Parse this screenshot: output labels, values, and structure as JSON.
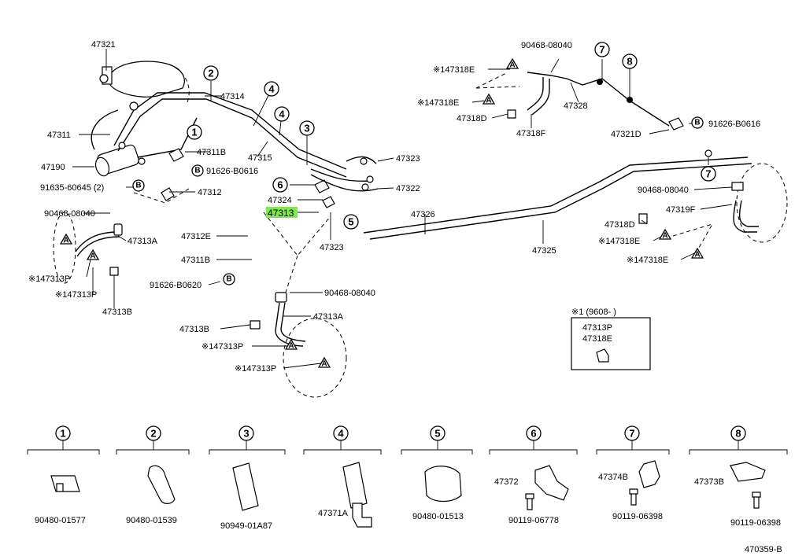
{
  "diagram_code": "470359-B",
  "highlighted_part": "47313",
  "labels": {
    "p47321": "47321",
    "p47311": "47311",
    "p47190": "47190",
    "p91635": "91635-60645 (2)",
    "p47311b_top": "47311B",
    "p91626_top": "91626-B0616",
    "p47312": "47312",
    "p47314": "47314",
    "p47315": "47315",
    "p47323_top": "47323",
    "p47322": "47322",
    "p47324": "47324",
    "p47313": "47313",
    "p47323_bot": "47323",
    "p90468_left": "90468-08040",
    "p47313a_left": "47313A",
    "p147313p_left1": "※147313P",
    "p147313p_left2": "※147313P",
    "p47313b_left": "47313B",
    "p47312e": "47312E",
    "p47311b_mid": "47311B",
    "p91626_mid": "91626-B0620",
    "p90468_mid": "90468-08040",
    "p47313a_mid": "47313A",
    "p47313b_mid": "47313B",
    "p147313p_mid1": "※147313P",
    "p147313p_mid2": "※147313P",
    "p90468_tr": "90468-08040",
    "p147318e_tr1": "※147318E",
    "p147318e_tr2": "※147318E",
    "p47318d_tr": "47318D",
    "p47318f": "47318F",
    "p47328": "47328",
    "p47321d": "47321D",
    "p91626_right": "91626-B0616",
    "p47326": "47326",
    "p47325": "47325",
    "p90468_right": "90468-08040",
    "p47319f": "47319F",
    "p47318d_right": "47318D",
    "p147318e_right1": "※147318E",
    "p147318e_right2": "※147318E",
    "note_header": "※1 (9608-        )",
    "note_line1": "47313P",
    "note_line2": "47318E"
  },
  "callout_letters": {
    "a": "A",
    "b": "B"
  },
  "callouts": [
    "1",
    "2",
    "3",
    "4",
    "5",
    "6",
    "7",
    "8"
  ],
  "clips": {
    "c1": {
      "num": "1",
      "part": "90480-01577"
    },
    "c2": {
      "num": "2",
      "part": "90480-01539"
    },
    "c3": {
      "num": "3",
      "part": "90949-01A87"
    },
    "c4": {
      "num": "4",
      "part": "47371A"
    },
    "c5": {
      "num": "5",
      "part": "90480-01513"
    },
    "c6": {
      "num": "6",
      "part": "47372",
      "part2": "90119-06778"
    },
    "c7": {
      "num": "7",
      "part": "47374B",
      "part2": "90119-06398"
    },
    "c8": {
      "num": "8",
      "part": "47373B",
      "part2": "90119-06398"
    }
  }
}
